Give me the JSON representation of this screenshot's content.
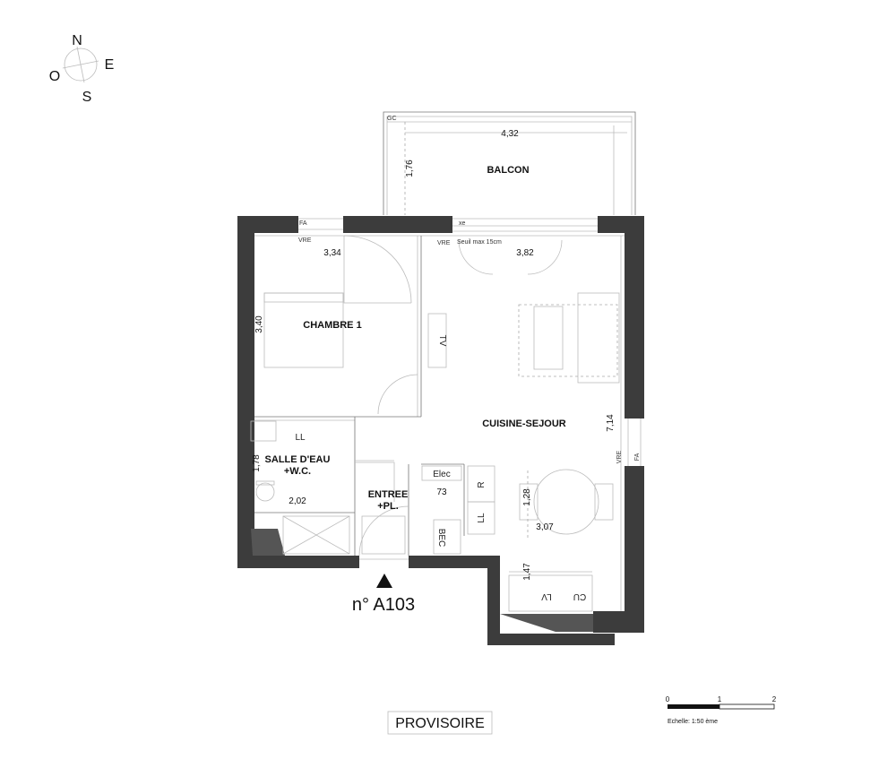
{
  "compass": {
    "north": "N",
    "south": "S",
    "east": "E",
    "west": "O"
  },
  "rooms": {
    "balcon": "BALCON",
    "chambre": "CHAMBRE 1",
    "cuisine": "CUISINE-SEJOUR",
    "salle_eau_line1": "SALLE D'EAU",
    "salle_eau_line2": "+W.C.",
    "entree_line1": "ENTREE",
    "entree_line2": "+PL."
  },
  "dimensions": {
    "balcon_width": "4,32",
    "balcon_depth": "1,76",
    "chambre_width": "3,34",
    "chambre_depth": "3,40",
    "sejour_width": "3,82",
    "sejour_depth": "7,14",
    "sde_width": "2,02",
    "sde_depth": "1,78",
    "entree_small": "73",
    "cuisine_depth": "1,28",
    "cuisine_width": "3,07",
    "kitchenette_depth": "1,47"
  },
  "annotations": {
    "gc": "GC",
    "fa_top": "FA",
    "xe": "xe",
    "vre_chambre": "VRE",
    "vre_sejour": "VRE",
    "seuil": "Seuil max 15cm",
    "tv": "TV",
    "ll_sde": "LL",
    "elec": "Elec",
    "r": "R",
    "ll_cuisine": "LL",
    "bec": "BEC",
    "lv": "LV",
    "cu": "CU",
    "vre_right": "VRE",
    "fa_right": "FA"
  },
  "lot": "n° A103",
  "scale": {
    "tick0": "0",
    "tick1": "1",
    "tick2": "2",
    "label": "Echelle: 1:50 ème"
  },
  "status": "PROVISOIRE"
}
